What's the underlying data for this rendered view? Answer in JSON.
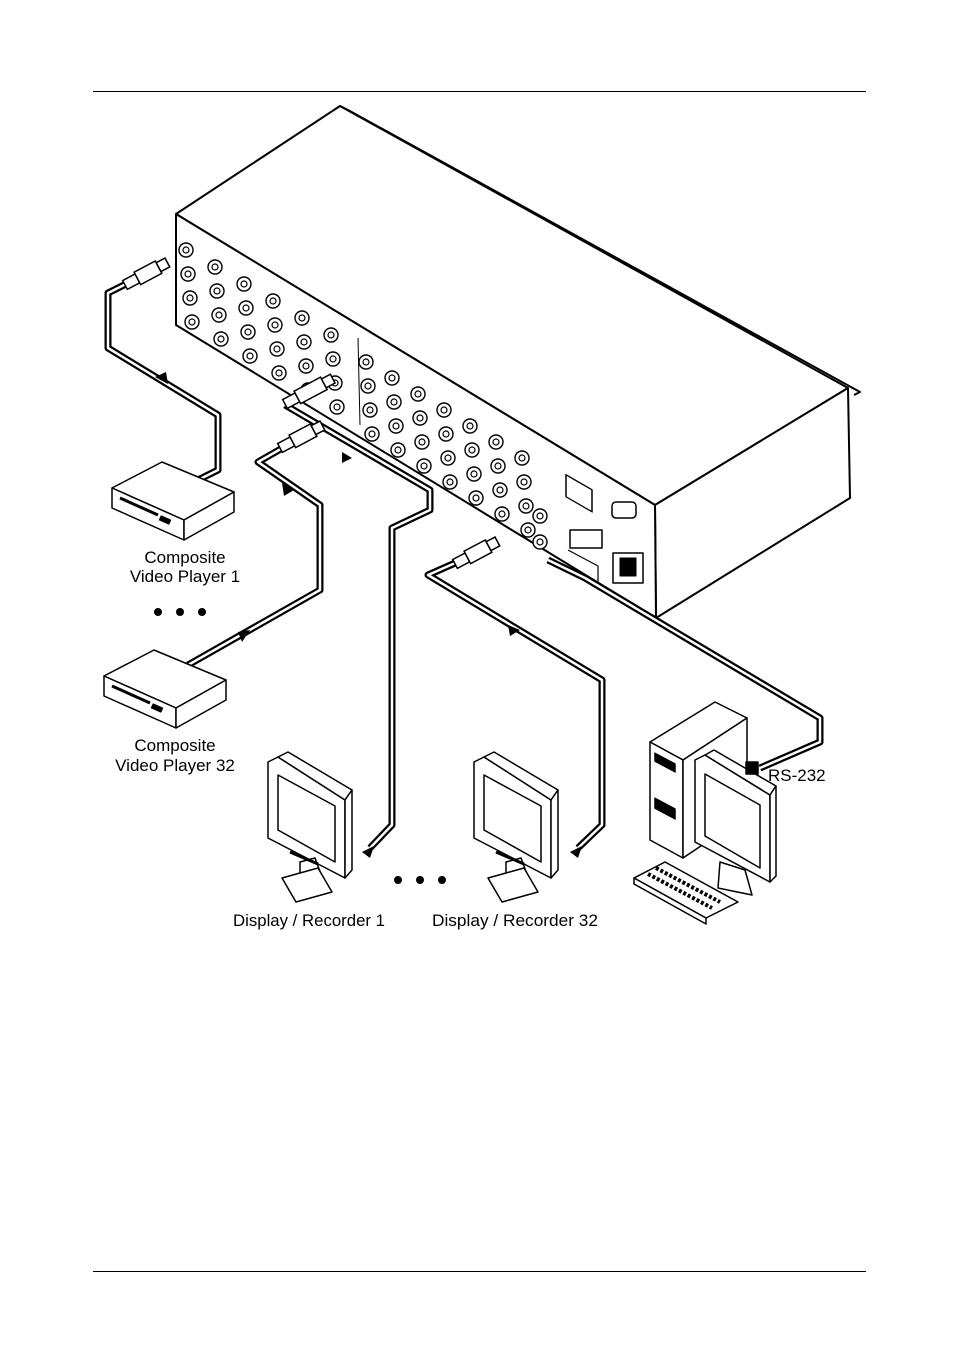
{
  "labels": {
    "player1": [
      "Composite",
      "Video Player 1"
    ],
    "player32": [
      "Composite",
      "Video Player 32"
    ],
    "display1": "Display / Recorder 1",
    "display32": "Display / Recorder 32",
    "rs232": "RS-232"
  },
  "icons": {
    "matrix": "video-matrix-switcher-icon",
    "player": "vcr-player-icon",
    "display": "crt-monitor-icon",
    "pc": "desktop-computer-icon"
  },
  "colors": {
    "line": "#000000",
    "fill": "#ffffff"
  }
}
